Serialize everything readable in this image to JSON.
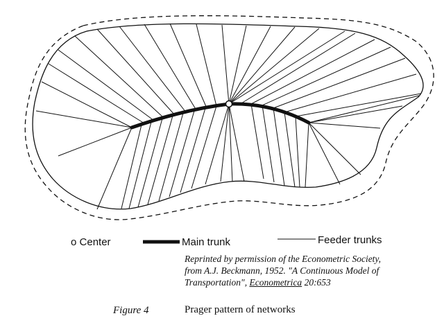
{
  "legend": {
    "center_label": "Center",
    "center_symbol": "o",
    "main_trunk_label": "Main trunk",
    "feeder_trunks_label": "Feeder trunks"
  },
  "credit": {
    "line1": "Reprinted  by permission of the Econometric Society,",
    "line2": "from A.J. Beckmann, 1952.  \"A Continuous Model of",
    "line3_prefix": "Transportation\", ",
    "line3_journal": "Econometrica",
    "line3_suffix": " 20:653"
  },
  "figure": {
    "label": "Figure 4",
    "caption": "Prager pattern of networks"
  },
  "colors": {
    "ink": "#111111",
    "paper": "#ffffff"
  }
}
